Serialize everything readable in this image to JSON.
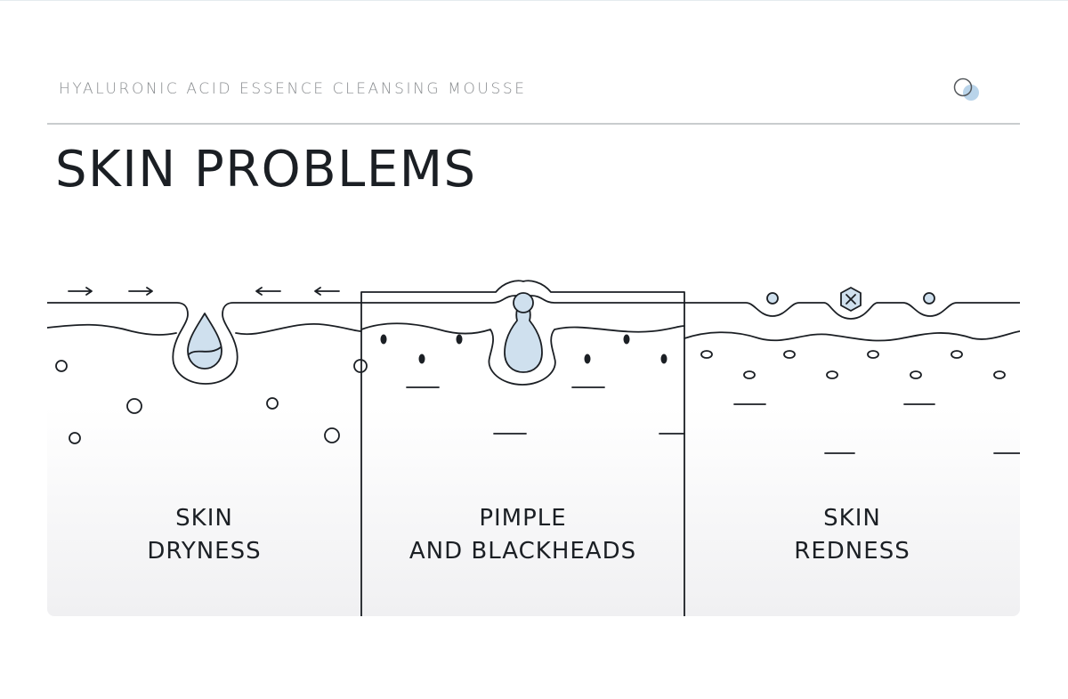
{
  "header": {
    "product_name": "HYALURONIC ACID ESSENCE CLEANSING MOUSSE",
    "logo_icon": "overlapping-bubbles-logo"
  },
  "page_title": "SKIN PROBLEMS",
  "conditions": [
    {
      "line1": "SKIN",
      "line2": "DRYNESS",
      "icon": "dry-pore-water-drop"
    },
    {
      "line1": "PIMPLE",
      "line2": "AND BLACKHEADS",
      "icon": "clogged-pore-pimple"
    },
    {
      "line1": "SKIN",
      "line2": "REDNESS",
      "icon": "irritated-skin-shield-x"
    }
  ],
  "colors": {
    "ink": "#1b1f24",
    "subtitle": "#8a8d90",
    "rule": "#c9ccce",
    "fill_blue": "#cfe0ee",
    "logo_blue": "#b9d4ea"
  }
}
